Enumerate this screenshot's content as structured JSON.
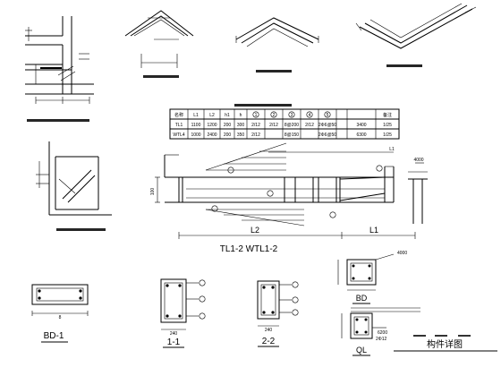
{
  "drawing": {
    "table": {
      "headers": [
        "名称",
        "L1",
        "L2",
        "h1",
        "h",
        "1",
        "2",
        "3",
        "4",
        "5",
        "",
        "",
        "备注"
      ],
      "rows": [
        [
          "TL1",
          "1100",
          "1200",
          "200",
          "300",
          "2/12",
          "2/12",
          "8@200",
          "2/12",
          "2Φ6@50",
          "",
          "3400",
          "1/25"
        ],
        [
          "WTL4",
          "1000",
          "2400",
          "200",
          "350",
          "2/12",
          "",
          "8@150",
          "",
          "2Φ6@50",
          "",
          "6300",
          "1/25"
        ]
      ]
    },
    "beam": {
      "labels": {
        "l2": "L2",
        "l1_bottom": "L1",
        "l1_top": "L1",
        "name": "TL1-2 WTL1-2",
        "dim_h": "100",
        "right_tag": "4000"
      }
    },
    "sections": {
      "bd1": {
        "title": "BD-1",
        "dim": "8"
      },
      "s11": {
        "title": "1-1",
        "dim_bottom": "240"
      },
      "s22": {
        "title": "2-2",
        "dim_bottom": "240"
      },
      "bd": {
        "title": "BD",
        "tag": "4000"
      },
      "ql": {
        "title": "QL",
        "tag": "6200",
        "note": "2Φ12"
      }
    },
    "callouts": [
      "①",
      "②",
      "③",
      "④",
      "⑤"
    ],
    "title_block": "构件详图"
  }
}
